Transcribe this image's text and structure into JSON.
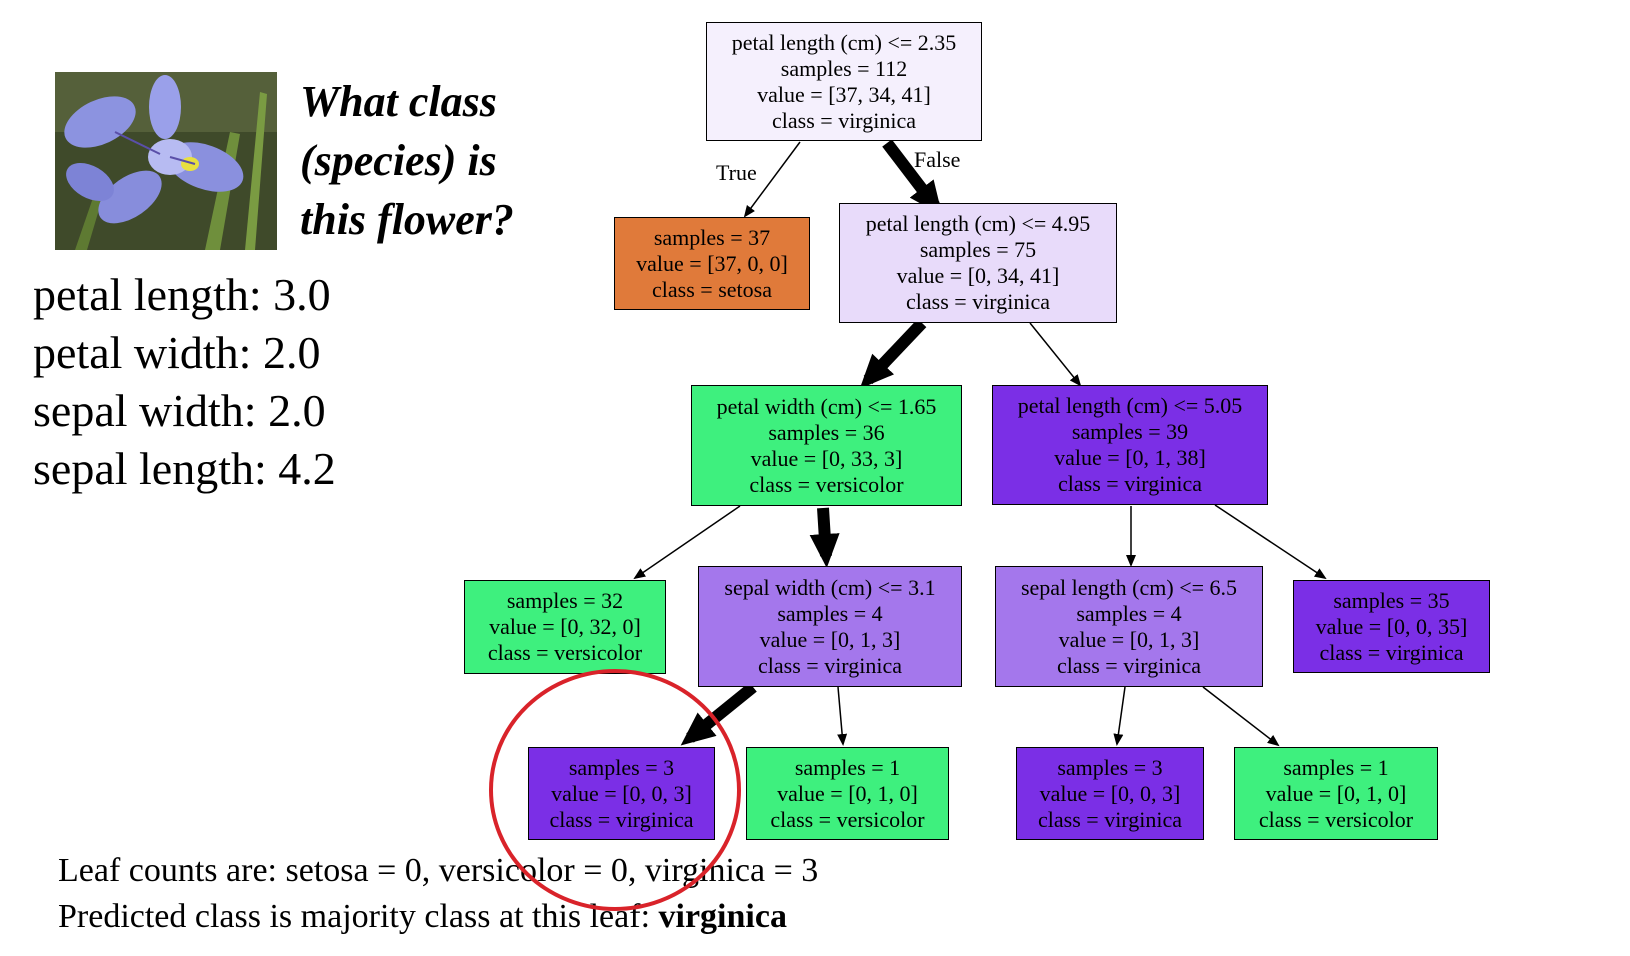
{
  "question": {
    "lines": [
      "What class",
      "(species) is",
      "this flower?"
    ]
  },
  "features": [
    "petal length: 3.0",
    "petal width: 2.0",
    "sepal width: 2.0",
    "sepal length: 4.2"
  ],
  "edge_labels": {
    "true": "True",
    "false": "False"
  },
  "tree": {
    "root": [
      "petal length (cm) <= 2.35",
      "samples = 112",
      "value = [37, 34, 41]",
      "class = virginica"
    ],
    "setosa_leaf": [
      "samples = 37",
      "value = [37, 0, 0]",
      "class = setosa"
    ],
    "n_petal_length_495": [
      "petal length (cm) <= 4.95",
      "samples = 75",
      "value = [0, 34, 41]",
      "class = virginica"
    ],
    "n_petal_width_165": [
      "petal width (cm) <= 1.65",
      "samples = 36",
      "value = [0, 33, 3]",
      "class = versicolor"
    ],
    "n_petal_length_505": [
      "petal length (cm) <= 5.05",
      "samples = 39",
      "value = [0, 1, 38]",
      "class = virginica"
    ],
    "leaf_versicolor_32": [
      "samples = 32",
      "value = [0, 32, 0]",
      "class = versicolor"
    ],
    "n_sepal_width_31": [
      "sepal width (cm) <= 3.1",
      "samples = 4",
      "value = [0, 1, 3]",
      "class = virginica"
    ],
    "n_sepal_length_65": [
      "sepal length (cm) <= 6.5",
      "samples = 4",
      "value = [0, 1, 3]",
      "class = virginica"
    ],
    "leaf_virginica_35": [
      "samples = 35",
      "value = [0, 0, 35]",
      "class = virginica"
    ],
    "leaf_virginica_3a": [
      "samples = 3",
      "value = [0, 0, 3]",
      "class = virginica"
    ],
    "leaf_versicolor_1a": [
      "samples = 1",
      "value = [0, 1, 0]",
      "class = versicolor"
    ],
    "leaf_virginica_3b": [
      "samples = 3",
      "value = [0, 0, 3]",
      "class = virginica"
    ],
    "leaf_versicolor_1b": [
      "samples = 1",
      "value = [0, 1, 0]",
      "class = versicolor"
    ]
  },
  "colors": {
    "root": "#f5f0fd",
    "setosa": "#e07a3a",
    "light_purple": "#e8dbfa",
    "green": "#3ef07e",
    "dark_purple": "#7b2fe6",
    "mid_purple": "#a477ec",
    "highlight_circle": "#d9232a"
  },
  "caption": {
    "line1": "Leaf counts are: setosa = 0, versicolor = 0, virginica = 3",
    "line2_prefix": "Predicted class is majority class at this leaf: ",
    "line2_bold": "virginica"
  }
}
